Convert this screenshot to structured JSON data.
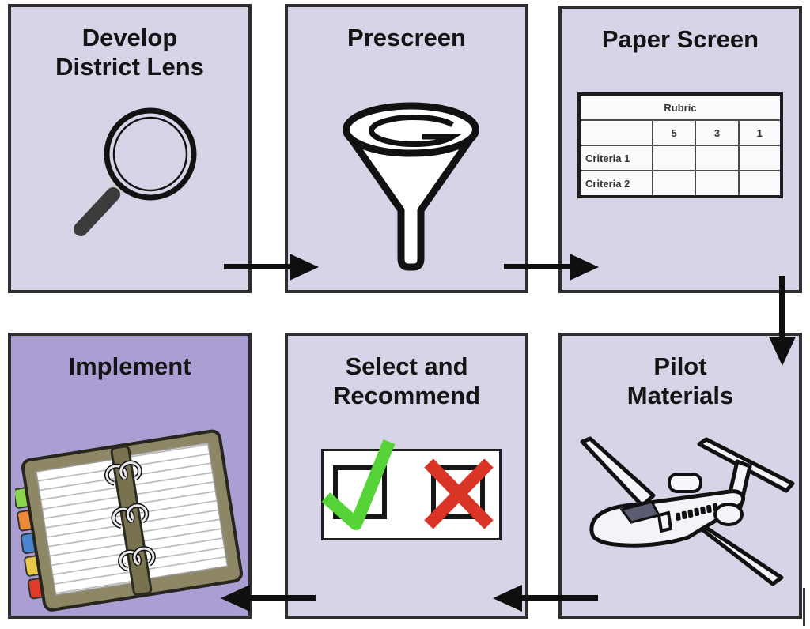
{
  "diagram": {
    "boxes": [
      {
        "id": "develop-district-lens",
        "title": "Develop\nDistrict Lens",
        "icon": "magnifying-glass"
      },
      {
        "id": "prescreen",
        "title": "Prescreen",
        "icon": "funnel"
      },
      {
        "id": "paper-screen",
        "title": "Paper Screen",
        "icon": "rubric-table"
      },
      {
        "id": "pilot-materials",
        "title": "Pilot\nMaterials",
        "icon": "airplane"
      },
      {
        "id": "select-and-recommend",
        "title": "Select and\nRecommend",
        "icon": "check-and-cross-boxes"
      },
      {
        "id": "implement",
        "title": "Implement",
        "icon": "ring-binder"
      }
    ],
    "rubric": {
      "title": "Rubric",
      "score_headers": [
        "5",
        "3",
        "1"
      ],
      "criteria": [
        "Criteria 1",
        "Criteria 2"
      ]
    },
    "colors": {
      "box_fill_light": "#d8d3e7",
      "box_fill_dark": "#aa9ed3",
      "box_border": "#2e2e2e",
      "arrow_black": "#0f0f0f",
      "check_green": "#55d337",
      "cross_red": "#d93425",
      "binder_olive": "#8d8766"
    }
  }
}
